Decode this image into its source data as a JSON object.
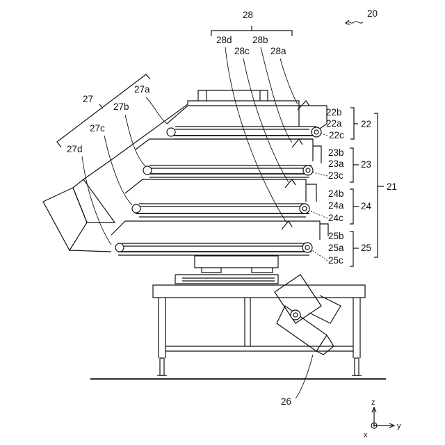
{
  "figure": {
    "ref_main": "20",
    "ref_distributor_group": "28",
    "ref_frame": "26",
    "ref_chute_group": "27",
    "ref_conveyor_group": "21",
    "distributors": [
      "28d",
      "28c",
      "28b",
      "28a"
    ],
    "chutes": [
      "27a",
      "27b",
      "27c",
      "27d"
    ],
    "conveyors": [
      {
        "ref": "22",
        "parts": [
          "22b",
          "22a",
          "22c"
        ]
      },
      {
        "ref": "23",
        "parts": [
          "23b",
          "23a",
          "23c"
        ]
      },
      {
        "ref": "24",
        "parts": [
          "24b",
          "24a",
          "24c"
        ]
      },
      {
        "ref": "25",
        "parts": [
          "25b",
          "25a",
          "25c"
        ]
      }
    ],
    "axes": {
      "z": "z",
      "y": "y",
      "x": "x"
    }
  }
}
